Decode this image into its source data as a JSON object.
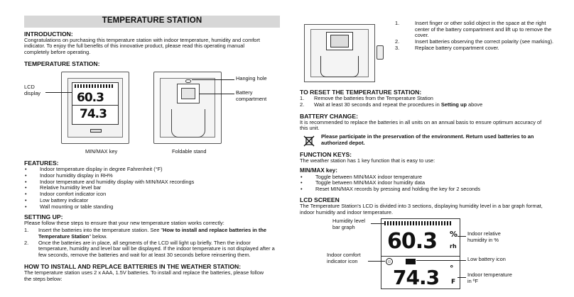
{
  "title": "TEMPERATURE STATION",
  "intro": {
    "heading": "INTRODUCTION:",
    "lines": [
      "Congratulations on purchasing this temperature station with indoor temperature, humidity and comfort",
      "indicator. To enjoy the full benefits of this innovative product, please read this operating manual",
      "completely before operating."
    ]
  },
  "station": {
    "heading": "TEMPERATURE STATION:",
    "labels": {
      "lcd_display_line1": "LCD",
      "lcd_display_line2": "display",
      "hanging_hole": "Hanging hole",
      "battery_line1": "Battery",
      "battery_line2": "compartment",
      "minmax_key": "MIN/MAX key",
      "foldable_stand": "Foldable stand"
    },
    "lcd": {
      "hum": "60.3",
      "temp": "74.3"
    }
  },
  "features": {
    "heading": "FEATURES:",
    "items": [
      "Indoor temperature display in degree Fahrenheit (°F)",
      "Indoor humidity display in RH%",
      "Indoor temperature and humidity display with MIN/MAX recordings",
      "Relative humidity level bar",
      "Indoor comfort indicator icon",
      "Low battery indicator",
      "Wall mounting or table standing"
    ]
  },
  "setup": {
    "heading": "SETTING UP:",
    "intro": "Please follow these steps to ensure that your new temperature station works correctly:",
    "steps": [
      {
        "n": "1.",
        "pre": "Insert the batteries into the temperature station. See \"",
        "bold": "How to install and replace batteries in the Temperature Station",
        "post": "\" below."
      },
      {
        "n": "2.",
        "text": "Once the batteries are in place, all segments of the LCD will light up briefly. Then the indoor temperature, humidity and level bar will be displayed. If the indoor temperature is not displayed after a few seconds, remove the batteries and wait for at least 30 seconds before reinserting them."
      }
    ]
  },
  "install": {
    "heading": "HOW TO INSTALL AND REPLACE BATTERIES IN THE WEATHER STATION:",
    "lines": [
      "The temperature station uses 2 x AAA, 1.5V batteries. To install and replace the batteries, please follow",
      "the steps below:"
    ]
  },
  "battery_steps": [
    {
      "n": "1.",
      "text": "Insert finger or other solid object in the space at the right center of the battery compartment and lift up to remove the cover."
    },
    {
      "n": "2.",
      "text": "Insert batteries observing the correct polarity (see marking)."
    },
    {
      "n": "3.",
      "text": "Replace battery compartment cover."
    }
  ],
  "reset": {
    "heading": "TO RESET THE TEMPERATURE STATION:",
    "steps": [
      {
        "n": "1.",
        "text": "Remove the batteries from the Temperature Station"
      },
      {
        "n": "2.",
        "pre": "Wait at least 30 seconds and repeat the procedures in ",
        "bold": "Setting up",
        "post": " above"
      }
    ]
  },
  "battery_change": {
    "heading": "BATTERY CHANGE:",
    "lines": [
      "It is recommended to replace the batteries in all units on an annual basis to ensure optimum accuracy of",
      "this unit."
    ],
    "notice_line1": "Please participate in the preservation of the environment. Return used batteries to an",
    "notice_line2": "authorized depot."
  },
  "function_keys": {
    "heading": "FUNCTION KEYS:",
    "text": "The weather station has 1 key function that is easy to use:",
    "minmax_heading": "MIN/MAX key:",
    "items": [
      "Toggle between MIN/MAX indoor temperature",
      "Toggle between MIN/MAX indoor humidity data",
      "Reset MIN/MAX records by pressing and holding the key for 2 seconds"
    ]
  },
  "lcd_screen": {
    "heading": "LCD SCREEN",
    "lines": [
      "The Temperature Station's LCD is divided into 3 sections, displaying humidity level in a bar graph format,",
      "indoor humidity and indoor temperature."
    ],
    "labels": {
      "humidity_bar_line1": "Humidity level",
      "humidity_bar_line2": "bar graph",
      "indoor_rh_line1": "Indoor relative",
      "indoor_rh_line2": "humidity in %",
      "comfort_line1": "Indoor comfort",
      "comfort_line2": "indicator icon",
      "low_battery": "Low battery icon",
      "indoor_temp_line1": "Indoor temperature",
      "indoor_temp_line2": "in ºF"
    },
    "display": {
      "hum": "60.3",
      "hum_unit": "%",
      "rh": "rh",
      "temp": "74.3",
      "deg": "°",
      "temp_unit": "F"
    }
  },
  "colors": {
    "title_bg": "#d7d7d7",
    "text": "#111111"
  }
}
